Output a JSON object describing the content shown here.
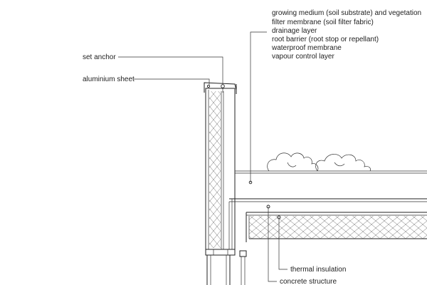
{
  "labels": {
    "layers": [
      "growing medium (soil substrate) and vegetation",
      "filter membrane (soil filter fabric)",
      "drainage layer",
      "root barrier (root stop or repellant)",
      "waterproof membrane",
      "vapour control layer"
    ],
    "set_anchor": "set anchor",
    "aluminium_sheet": "aluminium sheet",
    "thermal_insulation": "thermal insulation",
    "concrete_structure": "concrete structure"
  },
  "icons": {
    "vegetation": "vegetation-shrub-icon"
  }
}
